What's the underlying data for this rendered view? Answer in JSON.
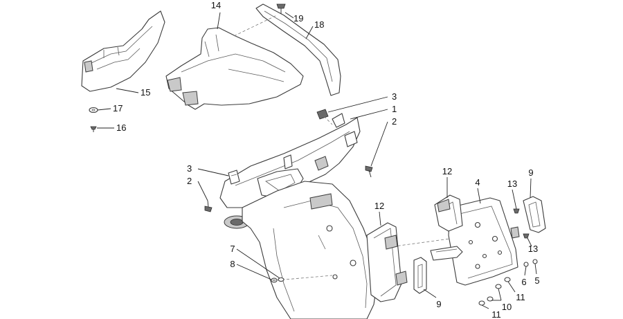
{
  "callouts": [
    {
      "id": "c14",
      "label": "14"
    },
    {
      "id": "c19",
      "label": "19"
    },
    {
      "id": "c18",
      "label": "18"
    },
    {
      "id": "c15",
      "label": "15"
    },
    {
      "id": "c17",
      "label": "17"
    },
    {
      "id": "c16",
      "label": "16"
    },
    {
      "id": "c3a",
      "label": "3"
    },
    {
      "id": "c1",
      "label": "1"
    },
    {
      "id": "c2a",
      "label": "2"
    },
    {
      "id": "c3b",
      "label": "3"
    },
    {
      "id": "c2b",
      "label": "2"
    },
    {
      "id": "c12a",
      "label": "12"
    },
    {
      "id": "c4",
      "label": "4"
    },
    {
      "id": "c13a",
      "label": "13"
    },
    {
      "id": "c9a",
      "label": "9"
    },
    {
      "id": "c12b",
      "label": "12"
    },
    {
      "id": "c13b",
      "label": "13"
    },
    {
      "id": "c7",
      "label": "7"
    },
    {
      "id": "c8",
      "label": "8"
    },
    {
      "id": "c6",
      "label": "6"
    },
    {
      "id": "c5",
      "label": "5"
    },
    {
      "id": "c11a",
      "label": "11"
    },
    {
      "id": "c10",
      "label": "10"
    },
    {
      "id": "c9b",
      "label": "9"
    },
    {
      "id": "c11b",
      "label": "11"
    }
  ]
}
